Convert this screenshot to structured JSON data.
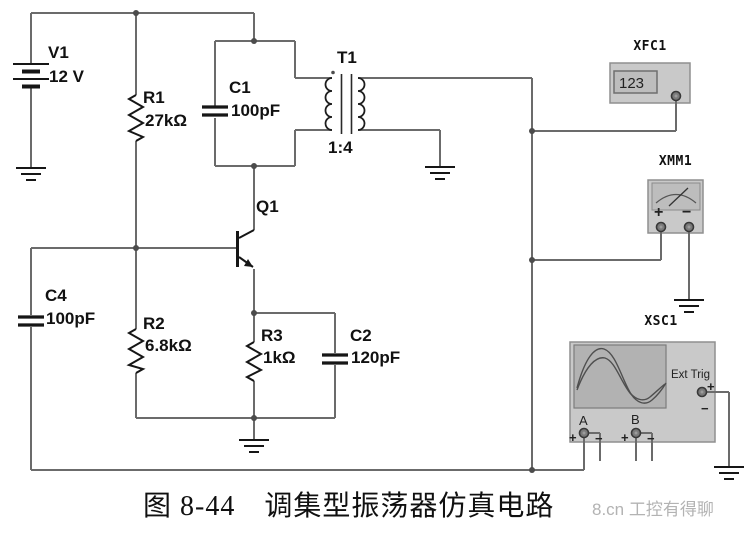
{
  "components": {
    "v1": {
      "ref": "V1",
      "value": "12 V"
    },
    "r1": {
      "ref": "R1",
      "value": "27kΩ"
    },
    "c1": {
      "ref": "C1",
      "value": "100pF"
    },
    "t1": {
      "ref": "T1",
      "ratio": "1:4"
    },
    "q1": {
      "ref": "Q1"
    },
    "c4": {
      "ref": "C4",
      "value": "100pF"
    },
    "r2": {
      "ref": "R2",
      "value": "6.8kΩ"
    },
    "r3": {
      "ref": "R3",
      "value": "1kΩ"
    },
    "c2": {
      "ref": "C2",
      "value": "120pF"
    }
  },
  "instruments": {
    "xfc1": {
      "label": "XFC1",
      "display": "123"
    },
    "xmm1": {
      "label": "XMM1",
      "plus": "+",
      "minus": "−"
    },
    "xsc1": {
      "label": "XSC1",
      "ext_trig": "Ext Trig",
      "channel_a": "A",
      "channel_b": "B",
      "plus": "+",
      "minus": "−"
    }
  },
  "caption": "图 8-44　调集型振荡器仿真电路",
  "watermark": "8.cn 工控有得聊",
  "colors": {
    "wire": "#6b6b6b",
    "symbol": "#161616",
    "instrument_body": "#c9c9c9",
    "screen": "#b2b2b2",
    "watermark": "#b3b3b3"
  }
}
